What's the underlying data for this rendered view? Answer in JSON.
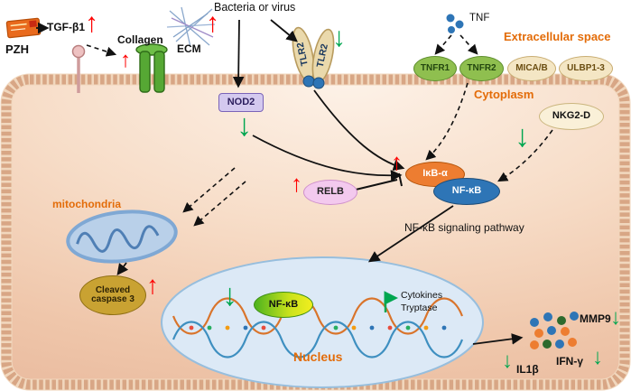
{
  "labels": {
    "pzh": "PZH",
    "tgfb1": "TGF-β1",
    "collagen": "Collagen",
    "ecm": "ECM",
    "bacteria": "Bacteria or virus",
    "tlr2_left": "TLR2",
    "tlr2_right": "TLR2",
    "nod2": "NOD2",
    "tnf": "TNF",
    "extracellular": "Extracellular space",
    "tnfr1": "TNFR1",
    "tnfr2": "TNFR2",
    "mica_b": "MICA/B",
    "ulbp": "ULBP1-3",
    "cytoplasm": "Cytoplasm",
    "nkg2d": "NKG2-D",
    "ikb_alpha": "IκB-α",
    "nfkb": "NF-κB",
    "relb": "RELB",
    "pathway": "NF-κB signaling pathway",
    "mitochondria": "mitochondria",
    "caspase": "Cleaved caspase 3",
    "nucleus_nfkb": "NF-κB",
    "cytokines": "Cytokines",
    "tryptase": "Tryptase",
    "nucleus": "Nucleus",
    "mmp9": "MMP9",
    "il1b": "IL1β",
    "ifng": "IFN-γ"
  },
  "colors": {
    "orange_label": "#e36c09",
    "red_arrow": "#fe0000",
    "green_arrow": "#00a650",
    "membrane": "#d8a685",
    "ikb_orange": "#ed7d31",
    "nfkb_blue": "#2e75b6",
    "tnfr_green": "#8fbf4f",
    "cream_receptor": "#f4e6c4",
    "nod2_purple": "#d4c9ef",
    "relb_pink": "#f3c9ee",
    "nucleus_fill": "#dce9f6",
    "mitochondria_blue": "#b9d0e9",
    "caspase_gold": "#c9a232"
  }
}
